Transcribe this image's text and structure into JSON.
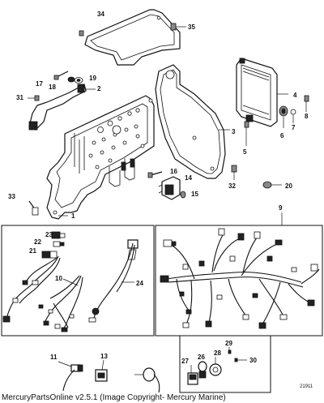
{
  "diagram": {
    "callouts": {
      "c1": "1",
      "c2": "2",
      "c3": "3",
      "c4": "4",
      "c5": "5",
      "c6": "6",
      "c7": "7",
      "c8": "8",
      "c9": "9",
      "c10": "10",
      "c11": "11",
      "c13": "13",
      "c14": "14",
      "c15": "15",
      "c16": "16",
      "c17": "17",
      "c18": "18",
      "c19": "19",
      "c20": "20",
      "c21": "21",
      "c22": "22",
      "c23": "23",
      "c24": "24",
      "c26": "26",
      "c27": "27",
      "c28": "28",
      "c29": "29",
      "c30": "30",
      "c31": "31",
      "c32": "32",
      "c33": "33",
      "c34": "34",
      "c35": "35"
    },
    "figure_ref": "21911",
    "footer": "MercuryPartsOnline v2.5.1 (Image Copyright- Mercury Marine)"
  }
}
